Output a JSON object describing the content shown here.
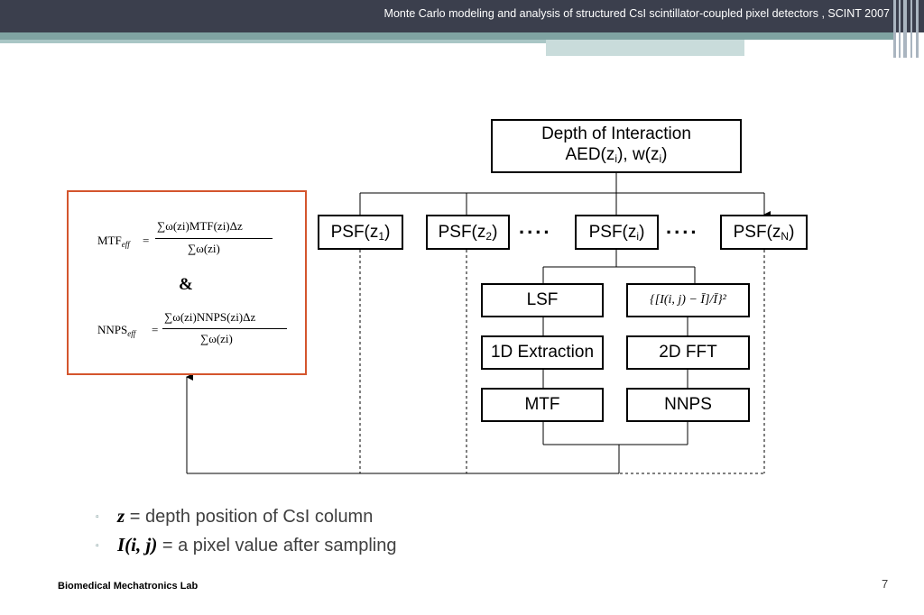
{
  "header": {
    "title": "Monte Carlo modeling and analysis of structured CsI scintillator-coupled pixel detectors , SCINT 2007"
  },
  "diagram": {
    "doi_line1": "Depth of Interaction",
    "doi_line2_a": "AED(z",
    "doi_line2_sub1": "i",
    "doi_line2_b": "), w(z",
    "doi_line2_sub2": "i",
    "doi_line2_c": ")",
    "psf1_main": "PSF(z",
    "psf1_sub": "1",
    "psf2_main": "PSF(z",
    "psf2_sub": "2",
    "psfi_main": "PSF(z",
    "psfi_sub": "i",
    "psfn_main": "PSF(z",
    "psfn_sub": "N",
    "psf_close": ")",
    "dots": "....",
    "lsf": "LSF",
    "extraction": "1D Extraction",
    "mtf": "MTF",
    "fft": "2D FFT",
    "nnps": "NNPS",
    "nnps_formula": "{[I(i, j) − Ī]/Ī}²"
  },
  "formulas": {
    "mtf_lhs": "MTF",
    "eff": "eff",
    "equals": "=",
    "mtf_num": "∑ω(zi)MTF(zi)Δz",
    "den": "∑ω(zi)",
    "ampersand": "&",
    "nnps_lhs": "NNPS",
    "nnps_num": "∑ω(zi)NNPS(zi)Δz"
  },
  "bullets": [
    {
      "marker": "▫",
      "var": "z",
      "text": " = depth position of CsI column"
    },
    {
      "marker": "▫",
      "var": "I(i, j)",
      "text": "  = a pixel value after sampling"
    }
  ],
  "footer": {
    "lab": "Biomedical Mechatronics Lab",
    "page": "7"
  }
}
